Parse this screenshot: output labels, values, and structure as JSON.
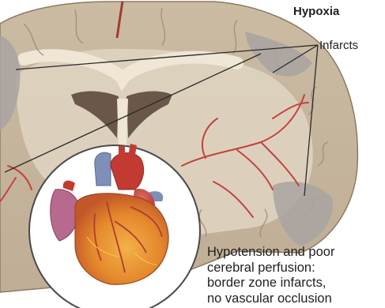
{
  "title": "Hypoxia",
  "infarcts_label": "Infarcts",
  "caption_lines": [
    "Hypotension and poor",
    "cerebral perfusion:",
    "border zone infarcts,",
    "no vascular occlusion"
  ],
  "colors": {
    "cortex": "#c9b9a0",
    "white_matter": "#ddd2bf",
    "infarct": "#a9a3a1",
    "vessel": "#c4423c",
    "heart_red": "#c23a32",
    "heart_orange": "#e58a2c",
    "aorta_blue": "#7f8fb8",
    "circle_bg": "#ffffff"
  },
  "icons": [
    "brain-section-illustration",
    "heart-illustration"
  ]
}
